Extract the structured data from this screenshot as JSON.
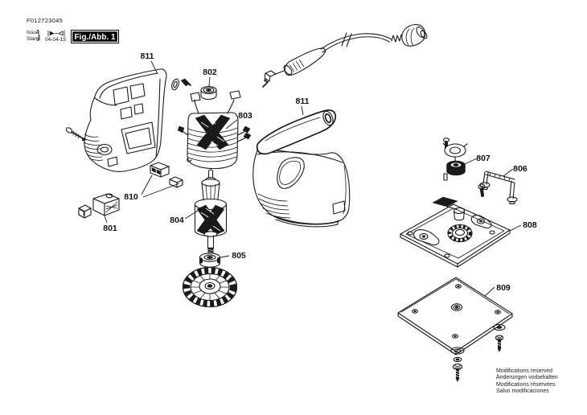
{
  "header": {
    "doc_number": "F012723045",
    "issue_label": "Issue",
    "stand_label": "Stand",
    "brace": "}",
    "date": "04-04-15",
    "figure_label": "Fig./Abb. 1"
  },
  "icons": {
    "header_pictogram": "exploded-view-icon"
  },
  "part_labels": {
    "housing_left": "811",
    "bearing_top": "802",
    "field_coil": "803",
    "housing_right": "811",
    "wire_parts": "810",
    "switch": "801",
    "armature": "804",
    "bearing_bottom": "805",
    "bearing_set": "807",
    "bracket": "806",
    "flange_plate": "808",
    "sanding_plate": "809"
  },
  "footer": {
    "line1": "Modifications reserved",
    "line2": "Änderungen vorbehalten",
    "line3": "Modifications réservées",
    "line4": "Salvo modificaciones"
  }
}
